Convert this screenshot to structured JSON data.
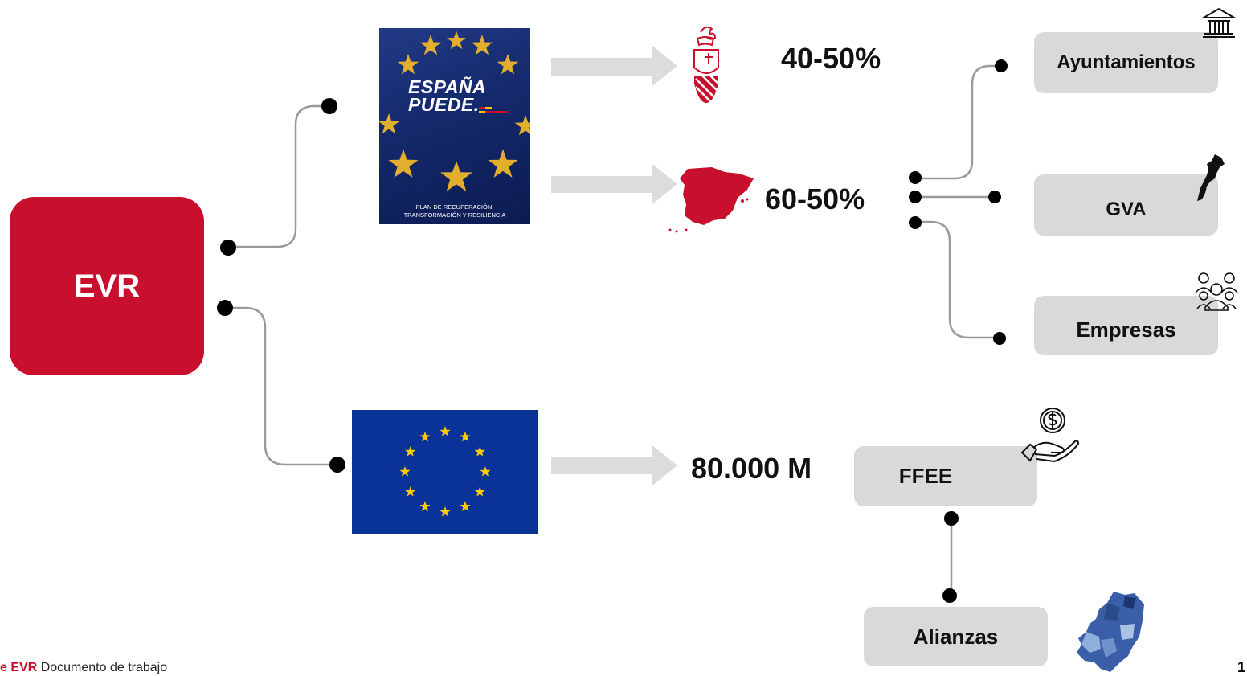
{
  "root": {
    "label": "EVR"
  },
  "poster": {
    "title_line1": "ESPAÑA",
    "title_line2": "PUEDE.",
    "subtitle_line1": "PLAN DE RECUPERACIÓN,",
    "subtitle_line2": "TRANSFORMACIÓN Y RESILIENCIA"
  },
  "percent_regional": "40-50%",
  "percent_state": "60-50%",
  "amount_eu": "80.000 M",
  "targets": {
    "ayuntamientos": "Ayuntamientos",
    "gva": "GVA",
    "empresas": "Empresas",
    "ffee": "FFEE",
    "alianzas": "Alianzas"
  },
  "footer": {
    "brand": "e EVR",
    "text": "Documento de trabajo",
    "page": "1"
  },
  "icons": [
    "valencia-coat-of-arms-icon",
    "spain-map-icon",
    "town-hall-icon",
    "valencian-community-map-icon",
    "people-group-icon",
    "money-hand-icon",
    "europe-map-icon"
  ],
  "colors": {
    "accent": "#c8102e",
    "box": "#d9d9d9",
    "eu_blue": "#0a3399",
    "star": "#ffcc00"
  }
}
